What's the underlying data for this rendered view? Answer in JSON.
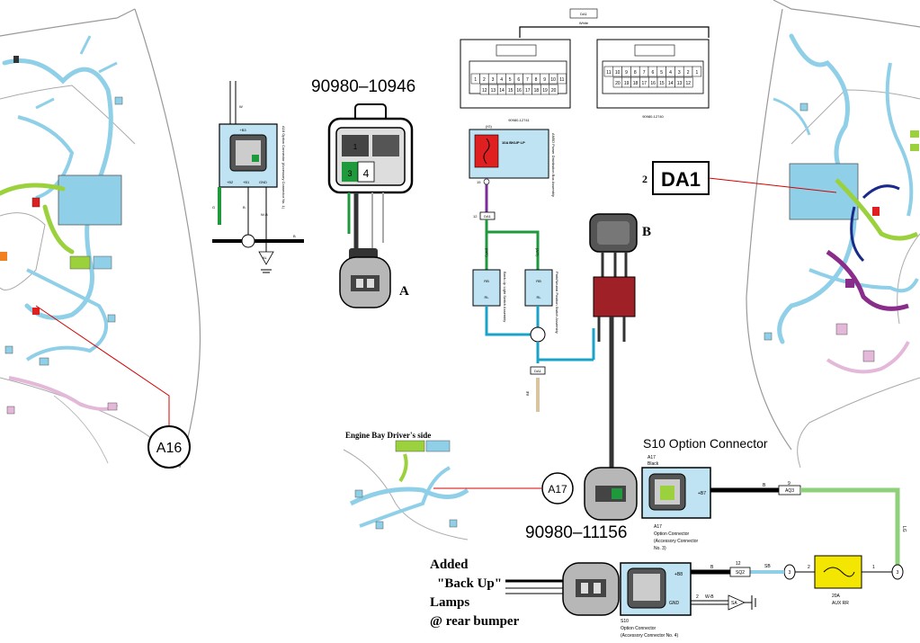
{
  "callouts": {
    "a16": "A16",
    "a17": "A17",
    "da1_box": "DA1",
    "da1_pin": "2"
  },
  "part_numbers": {
    "top": "90980–10946",
    "bottom": "90980–11156"
  },
  "letters": {
    "a": "A",
    "b": "B"
  },
  "engine_bay_label": "Engine Bay Driver's side",
  "a18": {
    "pins_top": "+B3",
    "pin_b2": "+B2",
    "pin_b1": "+B1",
    "pin_gnd": "GND",
    "side_label": "A18 Option Connector (Accessory Connector No. 1)",
    "wire_w": "W",
    "wire_g": "G",
    "wire_b": "B",
    "wire_wb": "W-B",
    "ground": "AL"
  },
  "connector_a": {
    "pin1": "1",
    "pin3": "3",
    "pin4": "4"
  },
  "da1": {
    "title": "DA1",
    "color": "White",
    "left_pins_row1": [
      "1",
      "2",
      "3",
      "4",
      "5",
      "6",
      "7",
      "8",
      "9",
      "10",
      "11"
    ],
    "left_pins_row2": [
      "12",
      "13",
      "14",
      "15",
      "16",
      "17",
      "18",
      "19",
      "20"
    ],
    "right_pins_row1": [
      "11",
      "10",
      "9",
      "8",
      "7",
      "6",
      "5",
      "4",
      "3",
      "2",
      "1"
    ],
    "right_pins_row2": [
      "20",
      "19",
      "18",
      "17",
      "16",
      "15",
      "14",
      "13",
      "12"
    ],
    "left_part": "90980-12741",
    "right_part": "90980-12740"
  },
  "fuse_box": {
    "ig": "(IG)",
    "fuse": "10A BKUP LP",
    "side": "AM5D Power Distribution Box Assembly",
    "pin15": "15",
    "pin12": "12",
    "conn": "DA1"
  },
  "switches": {
    "rb": "RB",
    "rl": "RL",
    "mt": "(M/T)",
    "at": "(A/T)",
    "left_name": "Back-Up Light Switch Assembly",
    "right_name": "Park/Neutral Position Switch Assembly",
    "bottom_conn": "DA1",
    "bottom_wire": "BE"
  },
  "s10_top": {
    "title": "S10  Option Connector",
    "a17": "A17",
    "black": "Black",
    "pin": "+B7",
    "sub1": "A17",
    "sub2": "Option Connector",
    "sub3": "(Accessory Connector",
    "sub4": "No. 3)",
    "wire_b": "B",
    "wire_num": "9",
    "conn": "AQ3",
    "wire_lg": "LG"
  },
  "fuse_aux": {
    "label1": "20A",
    "label2": "AUX RR",
    "pin1": "1",
    "pin2": "2",
    "c3a": "3",
    "c3b": "3"
  },
  "s10_bottom": {
    "pin_b8": "+B8",
    "pin_gnd": "GND",
    "wire_b": "B",
    "wire_wb": "W-B",
    "num12": "12",
    "num2": "2",
    "sq2": "SQ2",
    "sb": "SB",
    "sa": "SA",
    "sub1": "S10",
    "sub2": "Option Connector",
    "sub3": "(Accessory Connector No. 4)"
  },
  "added": {
    "l1": "Added",
    "l2": "\"Back Up\"",
    "l3": "Lamps",
    "l4": "@ rear bumper"
  },
  "colors": {
    "harness_blue": "#8fd0e8",
    "harness_green": "#9bd13c",
    "fuse_red": "#e02020",
    "fuse_yellow": "#f3e600",
    "wire_green": "#1e9a3c",
    "wire_lg": "#8fd17a",
    "wire_purple": "#7a2c9a",
    "wire_cyan": "#1aa3c8",
    "wire_tan": "#d9c4a0",
    "callout_red": "#d40000"
  }
}
